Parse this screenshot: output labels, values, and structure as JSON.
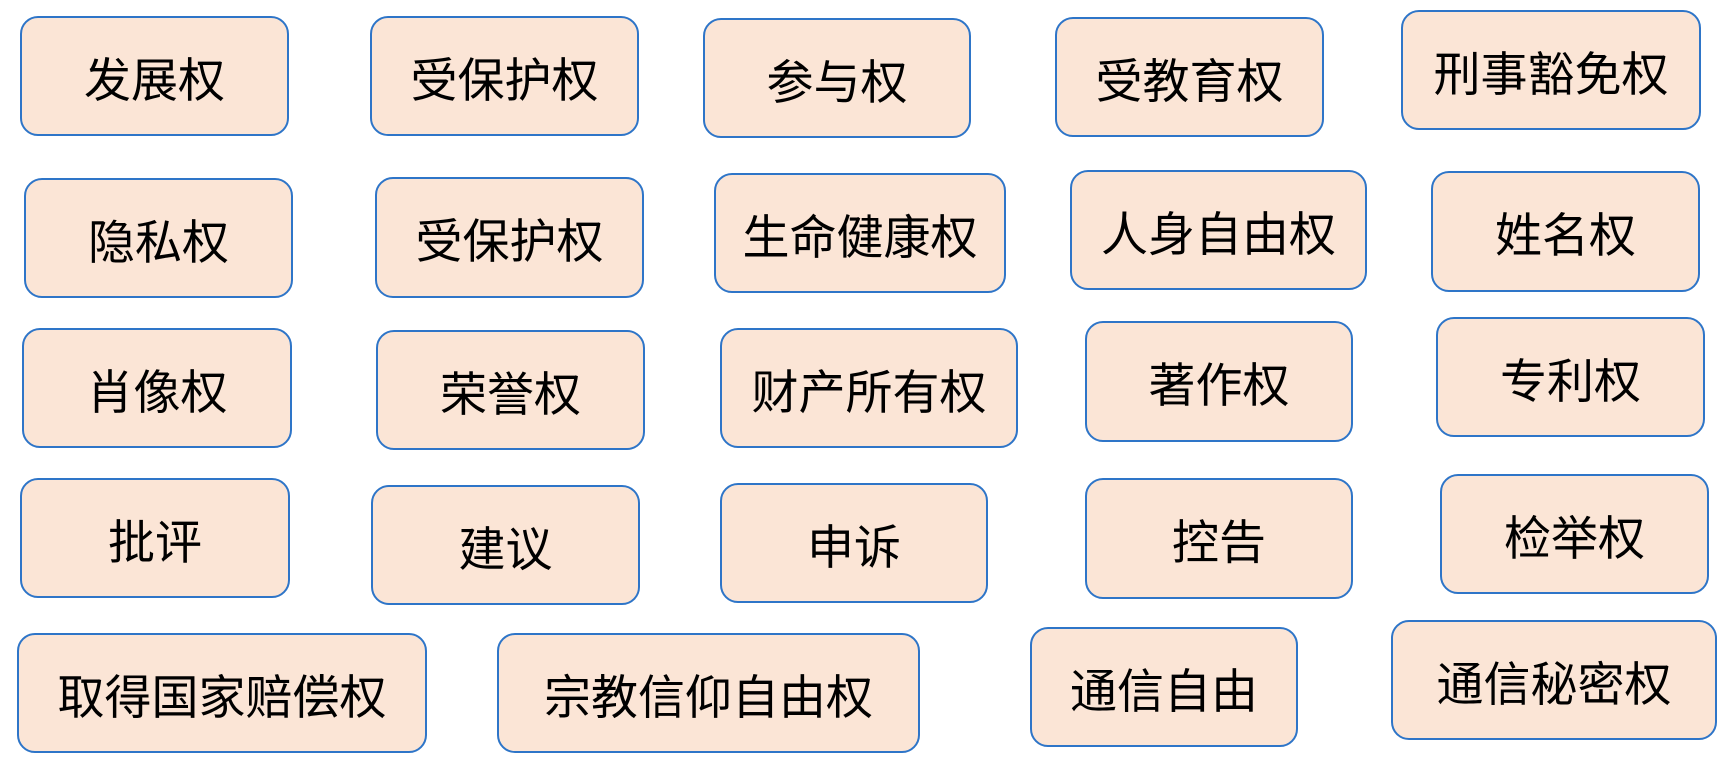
{
  "colors": {
    "box_fill": "#FBE5D6",
    "box_border": "#2E75C8",
    "text": "#000000",
    "background": "#FFFFFF"
  },
  "boxes": [
    {
      "label": "发展权"
    },
    {
      "label": "受保护权"
    },
    {
      "label": "参与权"
    },
    {
      "label": "受教育权"
    },
    {
      "label": "刑事豁免权"
    },
    {
      "label": "隐私权"
    },
    {
      "label": "受保护权"
    },
    {
      "label": "生命健康权"
    },
    {
      "label": "人身自由权"
    },
    {
      "label": "姓名权"
    },
    {
      "label": "肖像权"
    },
    {
      "label": "荣誉权"
    },
    {
      "label": "财产所有权"
    },
    {
      "label": "著作权"
    },
    {
      "label": "专利权"
    },
    {
      "label": "批评"
    },
    {
      "label": "建议"
    },
    {
      "label": "申诉"
    },
    {
      "label": "控告"
    },
    {
      "label": "检举权"
    },
    {
      "label": "取得国家赔偿权"
    },
    {
      "label": "宗教信仰自由权"
    },
    {
      "label": "通信自由"
    },
    {
      "label": "通信秘密权"
    }
  ]
}
